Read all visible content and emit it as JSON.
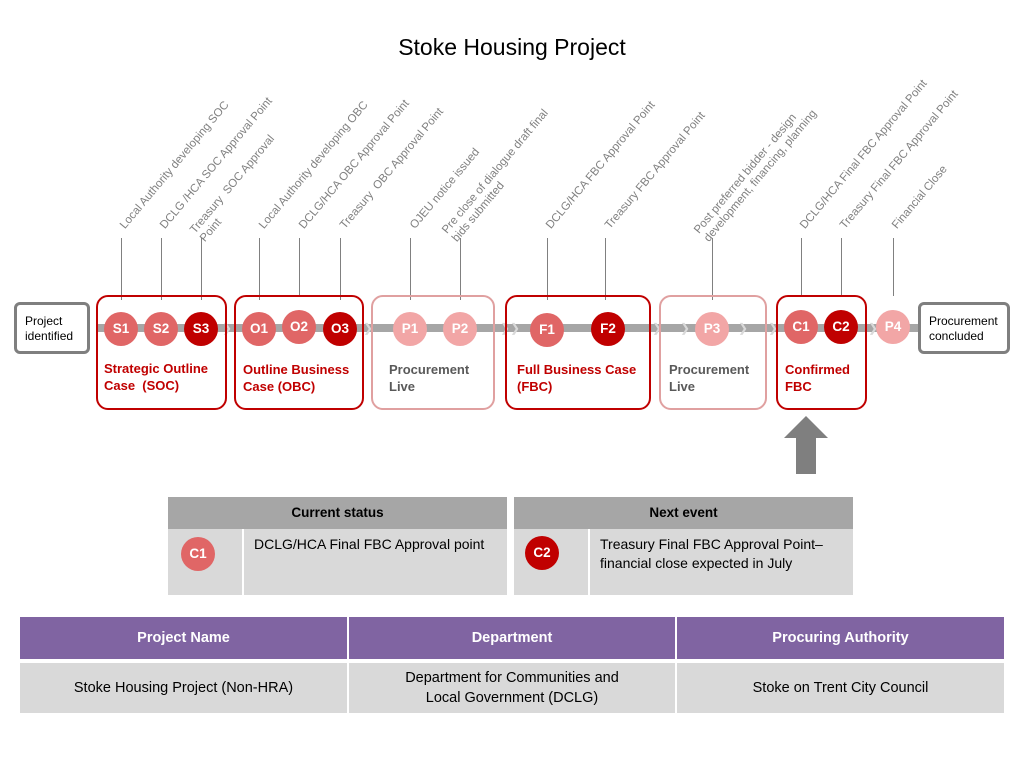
{
  "title": "Stoke Housing Project",
  "start_box": "Project\nidentified",
  "end_box": "Procurement\nconcluded",
  "milestone_labels": [
    "Local Authority developing SOC",
    "DCLG /HCA SOC Approval Point",
    "Treasury  SOC Approval\nPoint",
    "Local Authority developing OBC",
    "DCLG/HCA OBC Approval Point",
    "Treasury  OBC Approval Point",
    "OJEU notice issued",
    "Pre close of dialogue draft final\nbids submitted",
    "DCLG/HCA FBC Approval Point",
    "Treasury FBC Approval Point",
    "Post preferred bidder - design\ndevelopment, financing, planning",
    "DCLG/HCA Final FBC Approval Point",
    "Treasury Final FBC Approval Point",
    "Financial Close"
  ],
  "milestones": [
    {
      "code": "S1",
      "color": "#e06666"
    },
    {
      "code": "S2",
      "color": "#e06666"
    },
    {
      "code": "S3",
      "color": "#c00000"
    },
    {
      "code": "O1",
      "color": "#e06666"
    },
    {
      "code": "O2",
      "color": "#e06666"
    },
    {
      "code": "O3",
      "color": "#c00000"
    },
    {
      "code": "P1",
      "color": "#f2a6a6"
    },
    {
      "code": "P2",
      "color": "#f2a6a6"
    },
    {
      "code": "F1",
      "color": "#e06666"
    },
    {
      "code": "F2",
      "color": "#c00000"
    },
    {
      "code": "P3",
      "color": "#f2a6a6"
    },
    {
      "code": "C1",
      "color": "#e06666"
    },
    {
      "code": "C2",
      "color": "#c00000"
    },
    {
      "code": "P4",
      "color": "#f2a6a6"
    }
  ],
  "stages": [
    "Strategic Outline\nCase  (SOC)",
    "Outline Business\nCase (OBC)",
    "Procurement\nLive",
    "Full Business Case\n(FBC)",
    "Procurement\nLive",
    "Confirmed\nFBC"
  ],
  "current_status": {
    "header": "Current status",
    "code": "C1",
    "text": "DCLG/HCA Final FBC Approval point"
  },
  "next_event": {
    "header": "Next event",
    "code": "C2",
    "text": "Treasury Final FBC Approval Point– financial close expected in July"
  },
  "project_table": {
    "headers": [
      "Project Name",
      "Department",
      "Procuring Authority"
    ],
    "row": [
      "Stoke Housing Project (Non-HRA)",
      "Department for Communities and\nLocal Government (DCLG)",
      "Stoke on Trent City Council"
    ]
  }
}
